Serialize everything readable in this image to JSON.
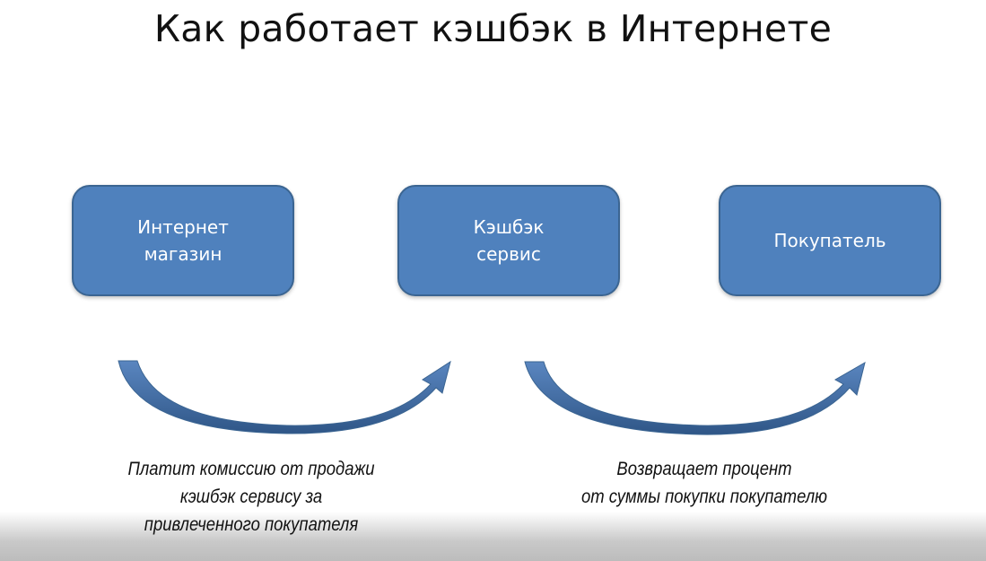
{
  "title": "Как работает кэшбэк в Интернете",
  "boxes": [
    {
      "label": "Интернет магазин"
    },
    {
      "label": "Кэшбэк сервис"
    },
    {
      "label": "Покупатель"
    }
  ],
  "captions": [
    {
      "lines": [
        "Платит комиссию от продажи",
        "кэшбэк сервису за",
        "привлеченного покупателя"
      ]
    },
    {
      "lines": [
        "Возвращает процент",
        "от суммы покупки покупателю"
      ]
    }
  ],
  "colors": {
    "box": "#4f81bd",
    "box_border": "#3b6592",
    "arrow": "#4a74ad"
  }
}
